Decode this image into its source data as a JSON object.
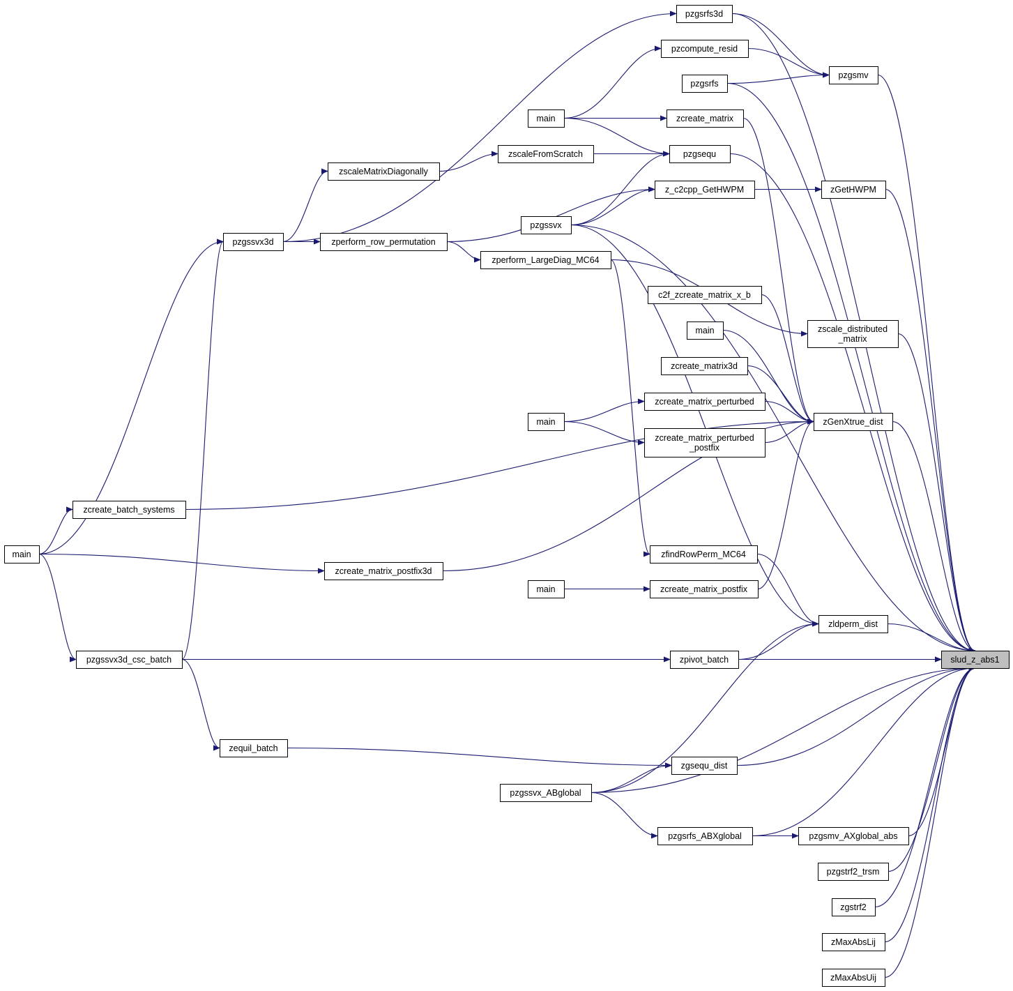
{
  "colors": {
    "edge": "#191970",
    "node_border": "#000000",
    "node_fill": "#ffffff",
    "root_fill": "#bfbfbf",
    "background": "#ffffff"
  },
  "graph": {
    "root": "n_slud",
    "nodes": {
      "n_pzgsrfs3d": "pzgsrfs3d",
      "n_pzcompute_resid": "pzcompute_resid",
      "n_pzgsmv": "pzgsmv",
      "n_pzgsrfs": "pzgsrfs",
      "n_main_a": "main",
      "n_zcreate_matrix": "zcreate_matrix",
      "n_zscaleFromScratch": "zscaleFromScratch",
      "n_pzgsequ": "pzgsequ",
      "n_zscaleMatrixDiagonally": "zscaleMatrixDiagonally",
      "n_z_c2cpp_GetHWPM": "z_c2cpp_GetHWPM",
      "n_zGetHWPM": "zGetHWPM",
      "n_pzgssvx": "pzgssvx",
      "n_pzgssvx3d": "pzgssvx3d",
      "n_zperform_row_permutation": "zperform_row_permutation",
      "n_zperform_LargeDiag_MC64": "zperform_LargeDiag_MC64",
      "n_c2f_zcreate_matrix_x_b": "c2f_zcreate_matrix_x_b",
      "n_zscale_distributed_matrix": [
        "zscale_distributed",
        "_matrix"
      ],
      "n_main_b": "main",
      "n_zcreate_matrix3d": "zcreate_matrix3d",
      "n_zcreate_matrix_perturbed": "zcreate_matrix_perturbed",
      "n_main_c": "main",
      "n_zGenXtrue_dist": "zGenXtrue_dist",
      "n_zcreate_matrix_perturbed_postfix": [
        "zcreate_matrix_perturbed",
        "_postfix"
      ],
      "n_zcreate_batch_systems": "zcreate_batch_systems",
      "n_main_d": "main",
      "n_zfindRowPerm_MC64": "zfindRowPerm_MC64",
      "n_zcreate_matrix_postfix3d": "zcreate_matrix_postfix3d",
      "n_main_e": "main",
      "n_zcreate_matrix_postfix": "zcreate_matrix_postfix",
      "n_zldperm_dist": "zldperm_dist",
      "n_pzgssvx3d_csc_batch": "pzgssvx3d_csc_batch",
      "n_zpivot_batch": "zpivot_batch",
      "n_slud": "slud_z_abs1",
      "n_zequil_batch": "zequil_batch",
      "n_zgsequ_dist": "zgsequ_dist",
      "n_pzgssvx_ABglobal": "pzgssvx_ABglobal",
      "n_pzgsrfs_ABXglobal": "pzgsrfs_ABXglobal",
      "n_pzgsmv_AXglobal_abs": "pzgsmv_AXglobal_abs",
      "n_pzgstrf2_trsm": "pzgstrf2_trsm",
      "n_zgstrf2": "zgstrf2",
      "n_zMaxAbsLij": "zMaxAbsLij",
      "n_zMaxAbsUij": "zMaxAbsUij"
    },
    "edges": [
      [
        "n_pzgssvx3d",
        "n_pzgsrfs3d"
      ],
      [
        "n_pzgsrfs3d",
        "n_pzgsmv"
      ],
      [
        "n_pzgsrfs3d",
        "n_slud"
      ],
      [
        "n_main_a",
        "n_pzcompute_resid"
      ],
      [
        "n_pzcompute_resid",
        "n_pzgsmv"
      ],
      [
        "n_pzgsrfs",
        "n_pzgsmv"
      ],
      [
        "n_pzgsrfs",
        "n_slud"
      ],
      [
        "n_pzgsmv",
        "n_slud"
      ],
      [
        "n_main_a",
        "n_zcreate_matrix"
      ],
      [
        "n_main_a",
        "n_pzgsequ"
      ],
      [
        "n_zcreate_matrix",
        "n_zGenXtrue_dist"
      ],
      [
        "n_zscaleFromScratch",
        "n_pzgsequ"
      ],
      [
        "n_zscaleMatrixDiagonally",
        "n_zscaleFromScratch"
      ],
      [
        "n_pzgssvx3d",
        "n_zscaleMatrixDiagonally"
      ],
      [
        "n_pzgssvx",
        "n_pzgsequ"
      ],
      [
        "n_pzgsequ",
        "n_slud"
      ],
      [
        "n_pzgssvx",
        "n_z_c2cpp_GetHWPM"
      ],
      [
        "n_zperform_row_permutation",
        "n_z_c2cpp_GetHWPM"
      ],
      [
        "n_z_c2cpp_GetHWPM",
        "n_zGetHWPM"
      ],
      [
        "n_zGetHWPM",
        "n_slud"
      ],
      [
        "n_pzgssvx",
        "n_slud"
      ],
      [
        "n_pzgssvx",
        "n_zldperm_dist"
      ],
      [
        "n_pzgssvx3d",
        "n_zperform_row_permutation"
      ],
      [
        "n_zperform_row_permutation",
        "n_zperform_LargeDiag_MC64"
      ],
      [
        "n_zperform_LargeDiag_MC64",
        "n_zscale_distributed_matrix"
      ],
      [
        "n_zperform_LargeDiag_MC64",
        "n_zfindRowPerm_MC64"
      ],
      [
        "n_zscale_distributed_matrix",
        "n_slud"
      ],
      [
        "n_c2f_zcreate_matrix_x_b",
        "n_zGenXtrue_dist"
      ],
      [
        "n_main_b",
        "n_zGenXtrue_dist"
      ],
      [
        "n_zcreate_matrix3d",
        "n_zGenXtrue_dist"
      ],
      [
        "n_main_c",
        "n_zcreate_matrix_perturbed"
      ],
      [
        "n_main_c",
        "n_zcreate_matrix_perturbed_postfix"
      ],
      [
        "n_zcreate_matrix_perturbed",
        "n_zGenXtrue_dist"
      ],
      [
        "n_zcreate_matrix_perturbed_postfix",
        "n_zGenXtrue_dist"
      ],
      [
        "n_zcreate_batch_systems",
        "n_zGenXtrue_dist"
      ],
      [
        "n_zcreate_matrix_postfix3d",
        "n_zGenXtrue_dist"
      ],
      [
        "n_zcreate_matrix_postfix",
        "n_zGenXtrue_dist"
      ],
      [
        "n_zGenXtrue_dist",
        "n_slud"
      ],
      [
        "n_main_d",
        "n_pzgssvx3d"
      ],
      [
        "n_main_d",
        "n_zcreate_batch_systems"
      ],
      [
        "n_main_d",
        "n_zcreate_matrix_postfix3d"
      ],
      [
        "n_main_d",
        "n_pzgssvx3d_csc_batch"
      ],
      [
        "n_pzgssvx3d_csc_batch",
        "n_pzgssvx3d"
      ],
      [
        "n_zfindRowPerm_MC64",
        "n_zldperm_dist"
      ],
      [
        "n_main_e",
        "n_zcreate_matrix_postfix"
      ],
      [
        "n_zldperm_dist",
        "n_slud"
      ],
      [
        "n_zpivot_batch",
        "n_zldperm_dist"
      ],
      [
        "n_pzgssvx_ABglobal",
        "n_zldperm_dist"
      ],
      [
        "n_pzgssvx3d_csc_batch",
        "n_zpivot_batch"
      ],
      [
        "n_zpivot_batch",
        "n_slud"
      ],
      [
        "n_pzgssvx3d_csc_batch",
        "n_slud"
      ],
      [
        "n_pzgssvx3d_csc_batch",
        "n_zequil_batch"
      ],
      [
        "n_zequil_batch",
        "n_zgsequ_dist"
      ],
      [
        "n_pzgssvx_ABglobal",
        "n_zgsequ_dist"
      ],
      [
        "n_zgsequ_dist",
        "n_slud"
      ],
      [
        "n_pzgssvx_ABglobal",
        "n_slud"
      ],
      [
        "n_pzgssvx_ABglobal",
        "n_pzgsrfs_ABXglobal"
      ],
      [
        "n_pzgsrfs_ABXglobal",
        "n_pzgsmv_AXglobal_abs"
      ],
      [
        "n_pzgsrfs_ABXglobal",
        "n_slud"
      ],
      [
        "n_pzgsmv_AXglobal_abs",
        "n_slud"
      ],
      [
        "n_pzgstrf2_trsm",
        "n_slud"
      ],
      [
        "n_zgstrf2",
        "n_slud"
      ],
      [
        "n_zMaxAbsLij",
        "n_slud"
      ],
      [
        "n_zMaxAbsUij",
        "n_slud"
      ]
    ]
  }
}
